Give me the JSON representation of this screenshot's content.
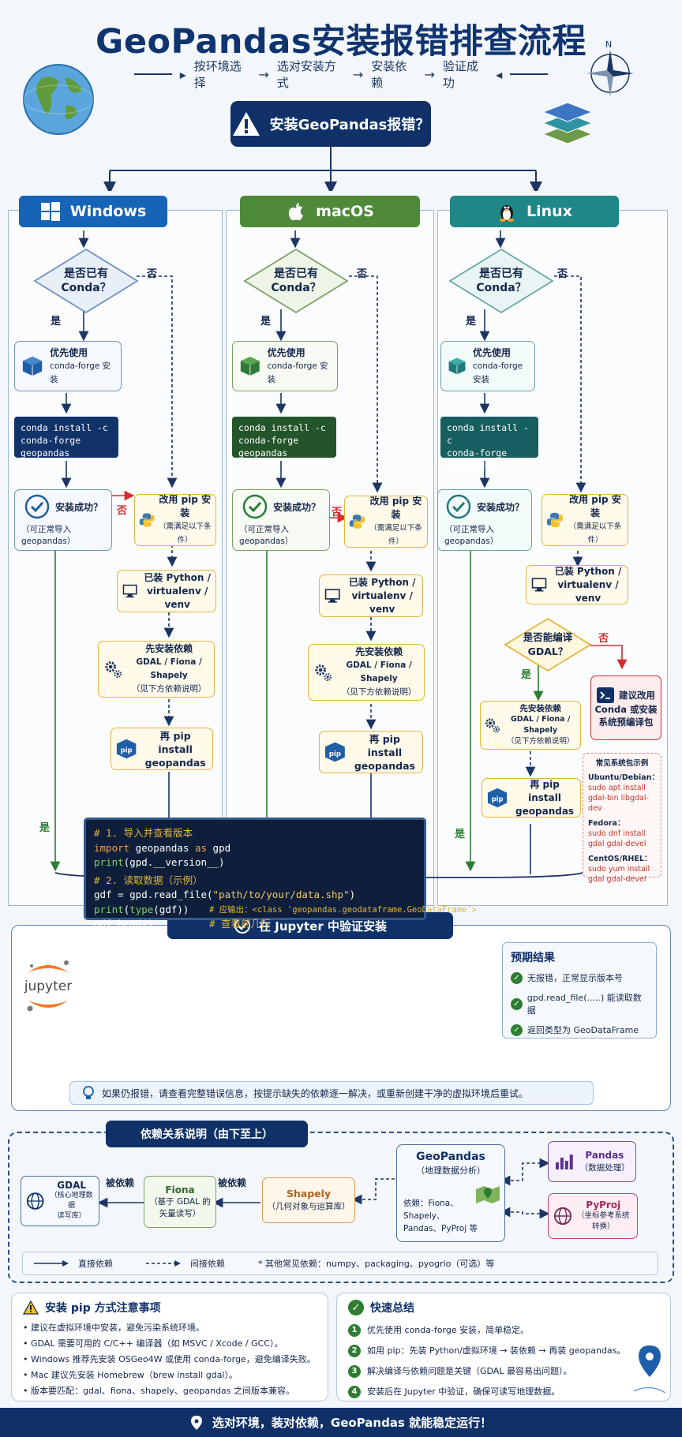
{
  "title": "GeoPandas安装报错排查流程",
  "steps": [
    "按环境选择",
    "选对安装方式",
    "安装依赖",
    "验证成功"
  ],
  "start": "安装GeoPandas报错？",
  "colors": {
    "navy": "#0f3168",
    "windows": "#1763b5",
    "macos": "#4f8a3a",
    "linux": "#1f8786",
    "green": "#2e7d32",
    "red": "#d32f2f",
    "gold": "#e2b53c"
  },
  "columns": [
    {
      "name": "Windows",
      "icon": "windows-logo-icon",
      "decision": [
        "是否已有",
        "Conda？"
      ],
      "yes": "是",
      "no": "否",
      "prefer": [
        "优先使用",
        "conda-forge 安装"
      ],
      "cmd": [
        "conda install -c",
        "conda-forge geopandas"
      ],
      "success": [
        "安装成功？",
        "（可正常导入 geopandas）"
      ],
      "pip": [
        "改用 pip 安装",
        "（需满足以下条件）"
      ],
      "python": [
        "已装 Python /",
        "virtualenv / venv"
      ],
      "deps": [
        "先安装依赖",
        "GDAL / Fiona / Shapely",
        "（见下方依赖说明）"
      ],
      "pipinstall": [
        "再 pip install",
        "geopandas"
      ],
      "yes_bottom": "是"
    },
    {
      "name": "macOS",
      "icon": "apple-logo-icon",
      "decision": [
        "是否已有",
        "Conda？"
      ],
      "yes": "是",
      "no": "否",
      "prefer": [
        "优先使用",
        "conda-forge 安装"
      ],
      "cmd": [
        "conda install -c",
        "conda-forge geopandas"
      ],
      "success": [
        "安装成功？",
        "（可正常导入 geopandas）"
      ],
      "pip": [
        "改用 pip 安装",
        "（需满足以下条件）"
      ],
      "python": [
        "已装 Python /",
        "virtualenv / venv"
      ],
      "deps": [
        "先安装依赖",
        "GDAL / Fiona / Shapely",
        "（见下方依赖说明）"
      ],
      "pipinstall": [
        "再 pip install",
        "geopandas"
      ],
      "yes_bottom": "是"
    },
    {
      "name": "Linux",
      "icon": "tux-penguin-icon",
      "decision": [
        "是否已有",
        "Conda？"
      ],
      "yes": "是",
      "no": "否",
      "prefer": [
        "优先使用",
        "conda-forge 安装"
      ],
      "cmd": [
        "conda install -c",
        "conda-forge geopandas"
      ],
      "success": [
        "安装成功？",
        "（可正常导入 geopandas）"
      ],
      "pip": [
        "改用 pip 安装",
        "（需满足以下条件）"
      ],
      "python": [
        "已装 Python /",
        "virtualenv / venv"
      ],
      "gdal_decision": [
        "是否能编译",
        "GDAL？"
      ],
      "gdal_yes": "是",
      "gdal_no": "否",
      "deps": [
        "先安装依赖",
        "GDAL / Fiona / Shapely",
        "（见下方依赖说明）"
      ],
      "pipinstall": [
        "再 pip install",
        "geopandas"
      ],
      "suggest": [
        "建议改用",
        "Conda 或安装",
        "系统预编译包"
      ],
      "yes_bottom": "是",
      "pkgs": {
        "title": "常见系统包示例",
        "items": [
          {
            "os": "Ubuntu/Debian：",
            "cmd": [
              "sudo apt install",
              "gdal-bin libgdal-dev"
            ]
          },
          {
            "os": "Fedora：",
            "cmd": [
              "sudo dnf install",
              "gdal gdal-devel"
            ]
          },
          {
            "os": "CentOS/RHEL：",
            "cmd": [
              "sudo yum install",
              "gdal gdal-devel"
            ]
          }
        ]
      }
    }
  ],
  "verify": {
    "title": "在 Jupyter 中验证安装",
    "jupyter": "jupyter",
    "code": {
      "c1": "# 1. 导入并查看版本",
      "l1_kw": "import",
      "l1_mid": " geopandas ",
      "l1_as": "as",
      "l1_end": " gpd",
      "l2_fn": "print",
      "l2_rest": "(gpd.__version__)",
      "c2": "# 2. 读取数据（示例）",
      "l3_a": "gdf = gpd.read_file(",
      "l3_str": "\"path/to/your/data.shp\"",
      "l3_b": ")",
      "l4_fn1": "print",
      "l4_p": "(",
      "l4_fn2": "type",
      "l4_rest": "(gdf))",
      "l4_c": "# 应输出：<class 'geopandas.geodataframe.GeoDataFrame'>",
      "l5": "gdf.head()",
      "l5_c": "# 查看前几行"
    },
    "expected": {
      "title": "预期结果",
      "items": [
        "无报错，正常显示版本号",
        "gpd.read_file(.....) 能读取数据",
        "返回类型为 GeoDataFrame"
      ]
    },
    "tip": "如果仍报错，请查看完整错误信息，按提示缺失的依赖逐一解决，或重新创建干净的虚拟环境后重试。"
  },
  "deps": {
    "title": "依赖关系说明（由下至上）",
    "gdal": [
      "GDAL",
      "（核心地理数据",
      "读写库）"
    ],
    "fiona": [
      "Fiona",
      "（基于 GDAL 的",
      "矢量读写）"
    ],
    "shapely": [
      "Shapely",
      "（几何对象与运算库）"
    ],
    "geopandas": [
      "GeoPandas",
      "（地理数据分析）"
    ],
    "geopandas_deps": [
      "依赖：Fiona、Shapely、",
      "Pandas、PyProj 等"
    ],
    "pandas": [
      "Pandas",
      "（数据处理）"
    ],
    "pyproj": [
      "PyProj",
      "（坐标参考系统",
      "转换）"
    ],
    "depends1": "被依赖",
    "depends2": "被依赖",
    "legend": {
      "direct": "直接依赖",
      "indirect": "间接依赖",
      "other": "* 其他常见依赖：numpy、packaging、pyogrio（可选）等"
    }
  },
  "notes": {
    "title": "安装 pip 方式注意事项",
    "items": [
      "建议在虚拟环境中安装，避免污染系统环境。",
      "GDAL 需要可用的 C/C++ 编译器（如 MSVC / Xcode / GCC）。",
      "Windows 推荐先安装 OSGeo4W 或使用 conda-forge，避免编译失败。",
      "Mac 建议先安装 Homebrew（brew install gdal）。",
      "版本要匹配：gdal、fiona、shapely、geopandas 之间版本兼容。"
    ]
  },
  "summary": {
    "title": "快速总结",
    "items": [
      "优先使用 conda-forge 安装，简单稳定。",
      "如用 pip：先装 Python/虚拟环境 → 装依赖 → 再装 geopandas。",
      "解决编译与依赖问题是关键（GDAL 最容易出问题）。",
      "安装后在 Jupyter 中验证，确保可读写地理数据。"
    ]
  },
  "footer": "选对环境，装对依赖，GeoPandas 就能稳定运行！"
}
